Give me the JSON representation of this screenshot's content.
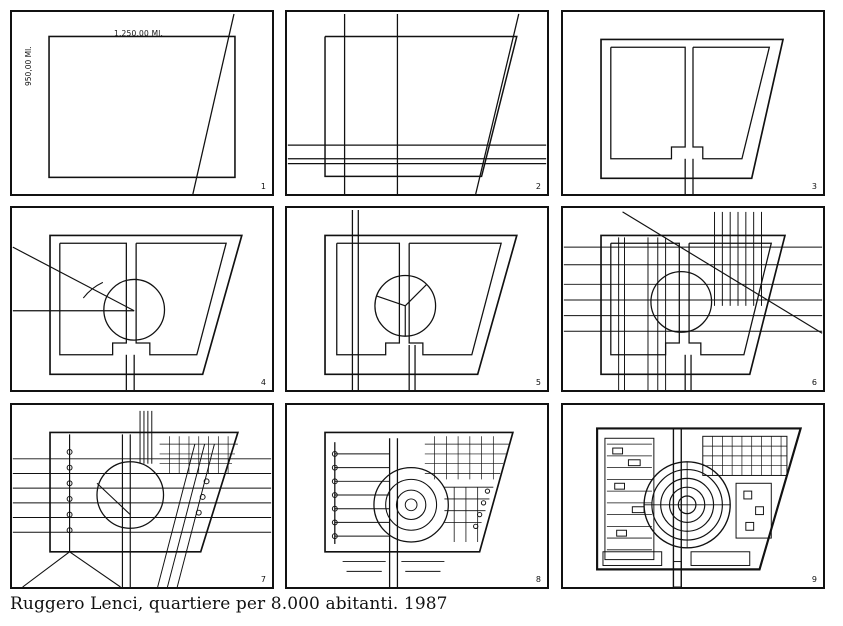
{
  "figure": {
    "caption": "Ruggero Lenci, quartiere per 8.000 abitanti. 1987",
    "dimensions": {
      "width_label": "1.250,00 Ml.",
      "height_label": "950,00 Ml."
    },
    "panels": [
      {
        "number": "1"
      },
      {
        "number": "2"
      },
      {
        "number": "3"
      },
      {
        "number": "4"
      },
      {
        "number": "5"
      },
      {
        "number": "6"
      },
      {
        "number": "7"
      },
      {
        "number": "8"
      },
      {
        "number": "9"
      }
    ]
  }
}
